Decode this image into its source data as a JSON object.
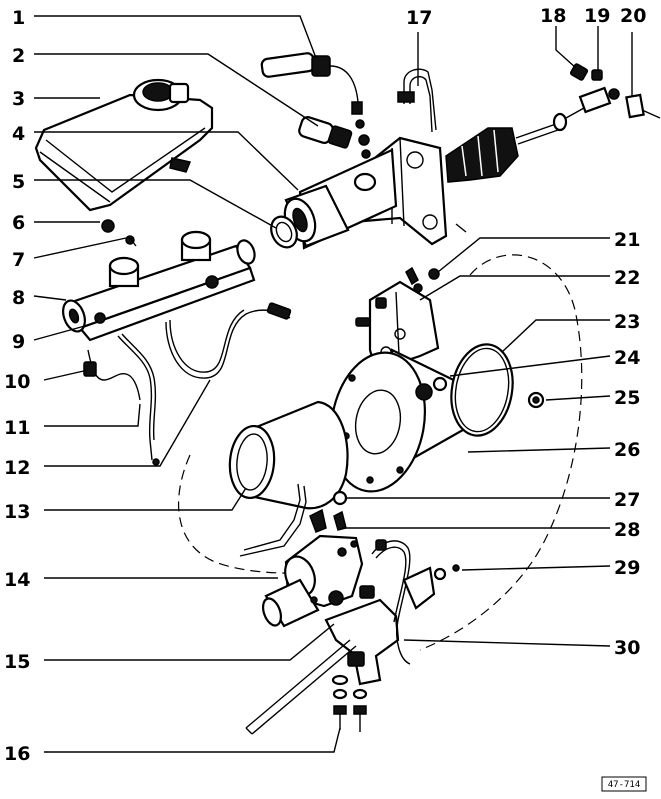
{
  "diagram": {
    "reference_code": "47-714",
    "callouts": [
      {
        "id": 1,
        "label": "1"
      },
      {
        "id": 2,
        "label": "2"
      },
      {
        "id": 3,
        "label": "3"
      },
      {
        "id": 4,
        "label": "4"
      },
      {
        "id": 5,
        "label": "5"
      },
      {
        "id": 6,
        "label": "6"
      },
      {
        "id": 7,
        "label": "7"
      },
      {
        "id": 8,
        "label": "8"
      },
      {
        "id": 9,
        "label": "9"
      },
      {
        "id": 10,
        "label": "10"
      },
      {
        "id": 11,
        "label": "11"
      },
      {
        "id": 12,
        "label": "12"
      },
      {
        "id": 13,
        "label": "13"
      },
      {
        "id": 14,
        "label": "14"
      },
      {
        "id": 15,
        "label": "15"
      },
      {
        "id": 16,
        "label": "16"
      },
      {
        "id": 17,
        "label": "17"
      },
      {
        "id": 18,
        "label": "18"
      },
      {
        "id": 19,
        "label": "19"
      },
      {
        "id": 20,
        "label": "20"
      },
      {
        "id": 21,
        "label": "21"
      },
      {
        "id": 22,
        "label": "22"
      },
      {
        "id": 23,
        "label": "23"
      },
      {
        "id": 24,
        "label": "24"
      },
      {
        "id": 25,
        "label": "25"
      },
      {
        "id": 26,
        "label": "26"
      },
      {
        "id": 27,
        "label": "27"
      },
      {
        "id": 28,
        "label": "28"
      },
      {
        "id": 29,
        "label": "29"
      },
      {
        "id": 30,
        "label": "30"
      }
    ]
  }
}
